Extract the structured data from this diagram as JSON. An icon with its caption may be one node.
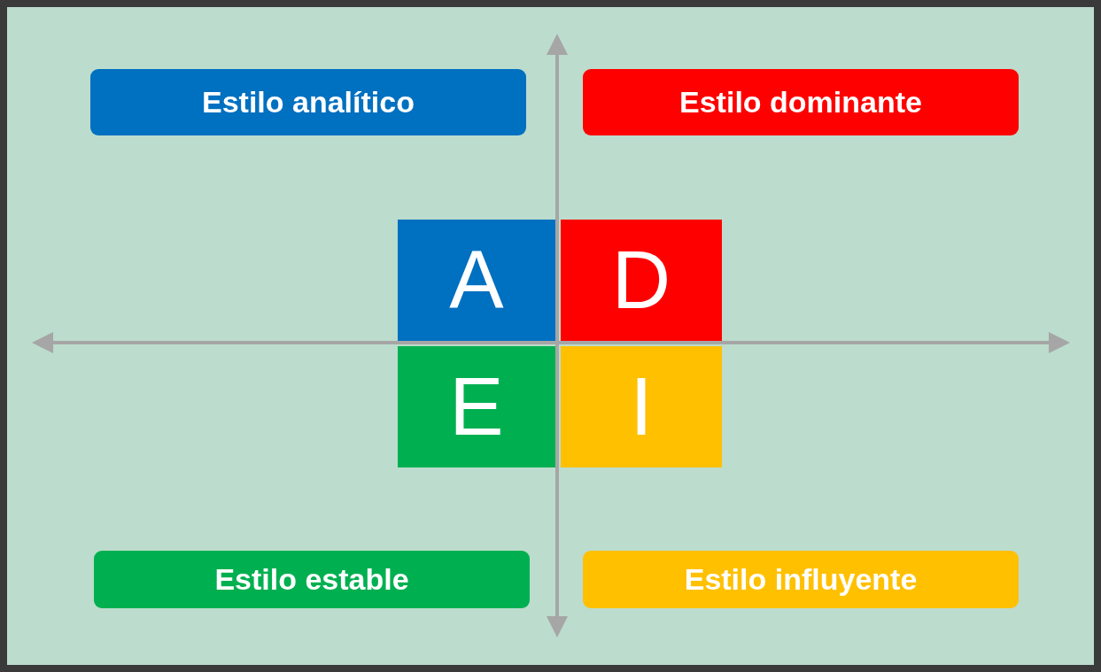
{
  "diagram": {
    "nodes": [
      {
        "text": [
          "Estilo analítico"
        ]
      },
      {
        "text": [
          "Estilo dominante"
        ]
      },
      {
        "text": [
          "A"
        ]
      },
      {
        "text": [
          "D"
        ]
      },
      {
        "text": [
          "E"
        ]
      },
      {
        "text": [
          "I"
        ]
      },
      {
        "text": [
          "Estilo estable"
        ]
      },
      {
        "text": [
          "Estilo influyente"
        ]
      }
    ]
  }
}
